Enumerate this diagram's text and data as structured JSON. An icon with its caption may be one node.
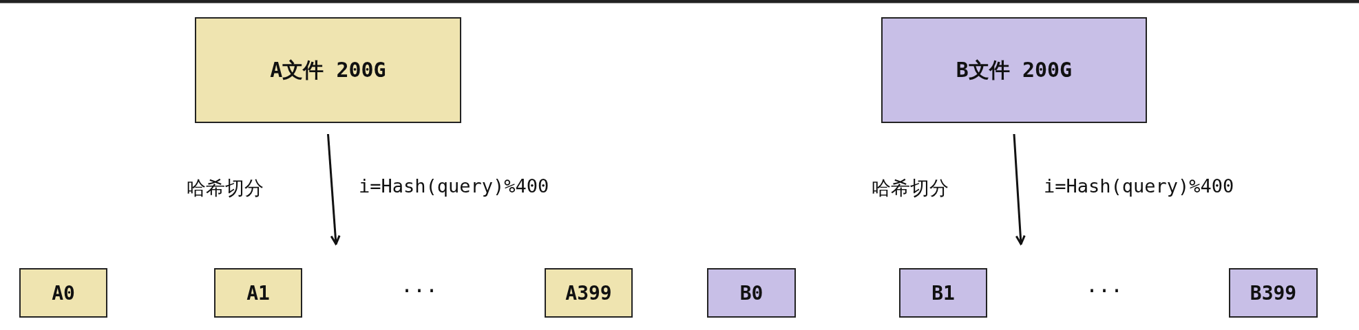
{
  "diagram": {
    "nodes": [
      {
        "text": [
          "A文件 200G"
        ]
      },
      {
        "text": [
          "B文件 200G"
        ]
      },
      {
        "text": [
          "A0"
        ]
      },
      {
        "text": [
          "A1"
        ]
      },
      {
        "text": [
          "A399"
        ]
      },
      {
        "text": [
          "B0"
        ]
      },
      {
        "text": [
          "B1"
        ]
      },
      {
        "text": [
          "B399"
        ]
      }
    ],
    "edges": [
      {
        "from": 0,
        "to": null,
        "arrow": "to"
      },
      {
        "from": 1,
        "to": null,
        "arrow": "to"
      }
    ],
    "labels": [
      "哈希切分",
      "i=Hash(query)%400",
      "哈希切分",
      "i=Hash(query)%400",
      "···",
      "···"
    ]
  }
}
